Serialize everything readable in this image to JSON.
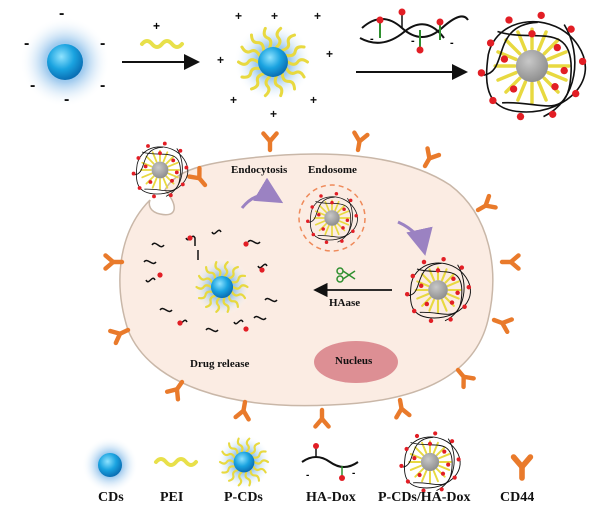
{
  "labels": {
    "endocytosis": "Endocytosis",
    "endosome": "Endosome",
    "haase": "HAase",
    "drug_release": "Drug release",
    "nucleus": "Nucleus"
  },
  "legend": [
    "CDs",
    "PEI",
    "P-CDs",
    "HA-Dox",
    "P-CDs/HA-Dox",
    "CD44"
  ],
  "charges": {
    "negative": "-",
    "positive": "+"
  },
  "colors": {
    "cd_core": "#1a9ad8",
    "cd_glow": "#cfe6f7",
    "pei": "#e8e04a",
    "dox": "#e21e25",
    "cell": "#fbece3",
    "nucleus": "#dd8f94",
    "cd44": "#e97a2b",
    "arrow_purple": "#9b82c2",
    "endosome_ring": "#ef8a5a"
  }
}
